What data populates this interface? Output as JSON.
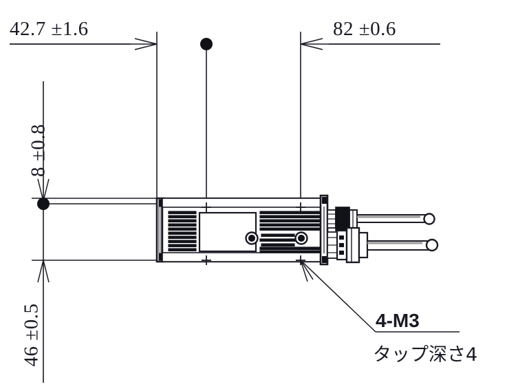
{
  "drawing": {
    "title": "Linear actuator outline dimension drawing",
    "colors": {
      "line": "#1a1a24",
      "text": "#1a1a24",
      "background": "#ffffff",
      "fill_light": "#ffffff",
      "fill_dark": "#111118"
    },
    "dimensions": {
      "top_left": {
        "label": "42.7 ±1.6",
        "value": "42.7",
        "tolerance": "±1.6",
        "orientation": "horizontal"
      },
      "top_right": {
        "label": "82 ±0.6",
        "value": "82",
        "tolerance": "±0.6",
        "orientation": "horizontal"
      },
      "left_upper": {
        "label": "8 ±0.8",
        "value": "8",
        "tolerance": "±0.8",
        "orientation": "vertical"
      },
      "left_lower": {
        "label": "46 ±0.5",
        "value": "46",
        "tolerance": "±0.5",
        "orientation": "vertical"
      }
    },
    "callouts": {
      "thread": "4-M3",
      "depth": "タップ深さ4"
    },
    "features": {
      "body": "actuator-body-with-cooling-fins",
      "nameplate": "blank-label-plate",
      "screws": 2,
      "connectors": 2,
      "cables": 2,
      "datum_points": 2,
      "thread_marks": 4
    }
  }
}
